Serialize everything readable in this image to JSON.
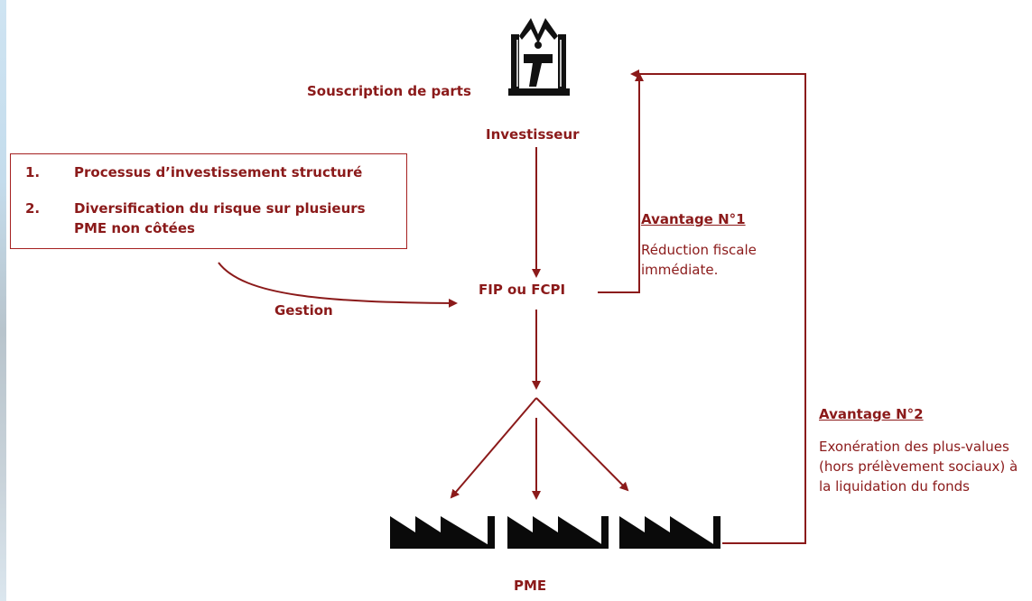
{
  "investor": {
    "souscription": "Souscription de parts",
    "label": "Investisseur",
    "icon": "investor-reading-in-armchair-icon"
  },
  "management_box": {
    "items": [
      {
        "num": "1.",
        "text": "Processus d’investissement structuré"
      },
      {
        "num": "2.",
        "text": "Diversification du risque sur plusieurs PME non côtées"
      }
    ]
  },
  "gestion_label": "Gestion",
  "fund_label": "FIP ou FCPI",
  "avantage1": {
    "title": "Avantage N°1",
    "text": "Réduction fiscale immédiate."
  },
  "avantage2": {
    "title": "Avantage N°2",
    "text": "Exonération des plus-values (hors prélèvement sociaux) à la liquidation du fonds"
  },
  "pme_label": "PME",
  "factory_icon": "factory-icon",
  "colors": {
    "arrow": "#8b1a1a",
    "text": "#8b1a1a",
    "icon": "#111111"
  }
}
